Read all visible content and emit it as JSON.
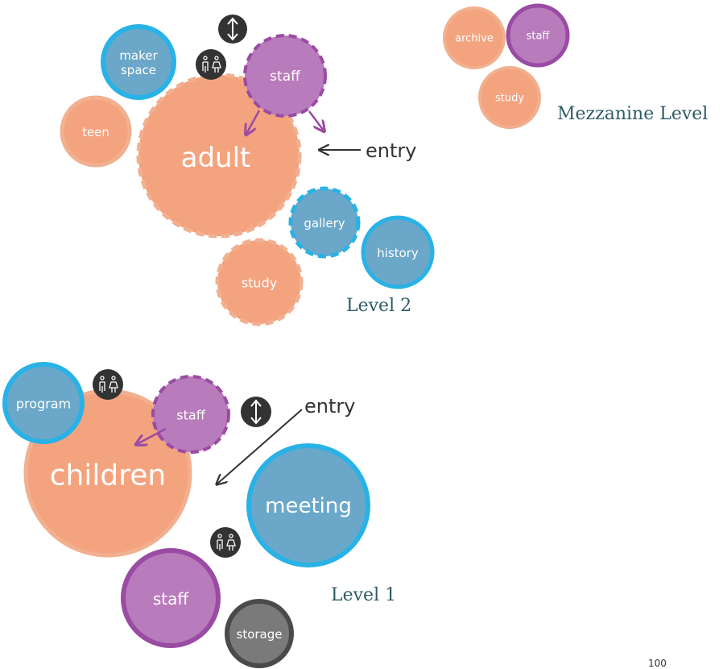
{
  "palette": {
    "adult_fill": "#f4a37f",
    "adult_stroke": "#f1b08f",
    "blue_fill": "#6aa7c8",
    "blue_stroke": "#29b2e6",
    "purple_fill": "#b87bbb",
    "purple_stroke": "#9a4ba3",
    "gray_fill": "#7a7a7a",
    "gray_stroke": "#4a4a4a",
    "icon_bg": "#333333",
    "arrow_purple": "#9a4ba3",
    "arrow_dark": "#333333",
    "level_text": "#2f5c66"
  },
  "mezzanine": {
    "label": "Mezzanine Level",
    "bubbles": {
      "archive": "archive",
      "staff": "staff",
      "study": "study"
    }
  },
  "level2": {
    "label": "Level 2",
    "entry": "entry",
    "bubbles": {
      "adult": "adult",
      "staff": "staff",
      "maker_line1": "maker",
      "maker_line2": "space",
      "teen": "teen",
      "gallery": "gallery",
      "history": "history",
      "study": "study"
    },
    "icons": [
      "elevator-icon",
      "restroom-icon"
    ]
  },
  "level1": {
    "label": "Level 1",
    "entry": "entry",
    "bubbles": {
      "children": "children",
      "program": "program",
      "staff_top": "staff",
      "meeting": "meeting",
      "staff_bottom": "staff",
      "storage": "storage"
    },
    "icons": [
      "restroom-icon",
      "elevator-icon",
      "restroom-icon"
    ]
  },
  "page_number": "100"
}
